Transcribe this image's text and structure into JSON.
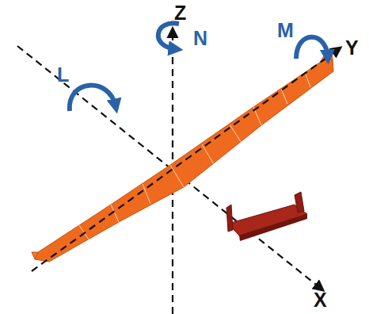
{
  "diagram": {
    "labels": [
      "Z",
      "M",
      "Y",
      "L",
      "N",
      "X"
    ]
  }
}
